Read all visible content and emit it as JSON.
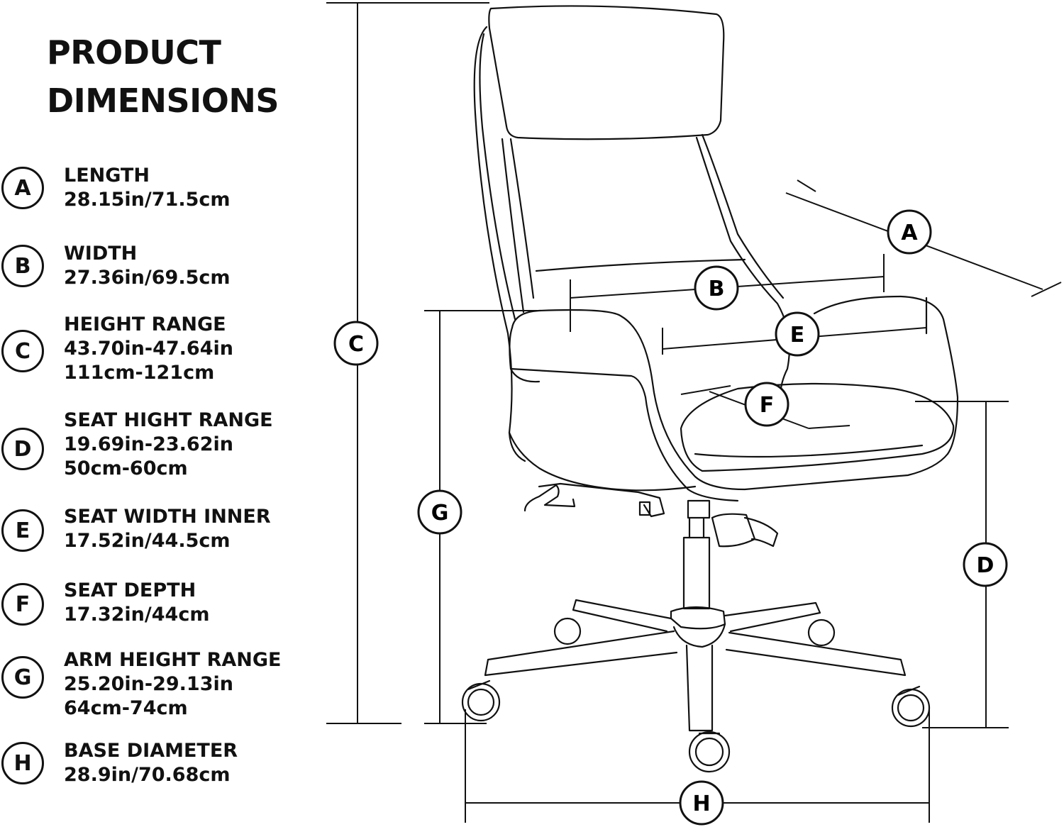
{
  "heading": {
    "line1": "PRODUCT",
    "line2": "DIMENSIONS"
  },
  "dimensions": [
    {
      "letter": "A",
      "label": "LENGTH",
      "lines": [
        "28.15in/71.5cm"
      ]
    },
    {
      "letter": "B",
      "label": "WIDTH",
      "lines": [
        "27.36in/69.5cm"
      ]
    },
    {
      "letter": "C",
      "label": "HEIGHT RANGE",
      "lines": [
        "43.70in-47.64in",
        "111cm-121cm"
      ]
    },
    {
      "letter": "D",
      "label": "SEAT HIGHT RANGE",
      "lines": [
        "19.69in-23.62in",
        "50cm-60cm"
      ]
    },
    {
      "letter": "E",
      "label": "SEAT WIDTH INNER",
      "lines": [
        "17.52in/44.5cm"
      ]
    },
    {
      "letter": "F",
      "label": "SEAT DEPTH",
      "lines": [
        "17.32in/44cm"
      ]
    },
    {
      "letter": "G",
      "label": "ARM HEIGHT RANGE",
      "lines": [
        "25.20in-29.13in",
        "64cm-74cm"
      ]
    },
    {
      "letter": "H",
      "label": "BASE DIAMETER",
      "lines": [
        "28.9in/70.68cm"
      ]
    }
  ],
  "callouts": {
    "a": "A",
    "b": "B",
    "c": "C",
    "d": "D",
    "e": "E",
    "f": "F",
    "g": "G",
    "h": "H"
  },
  "colors": {
    "ink": "#111111",
    "background": "#ffffff"
  }
}
